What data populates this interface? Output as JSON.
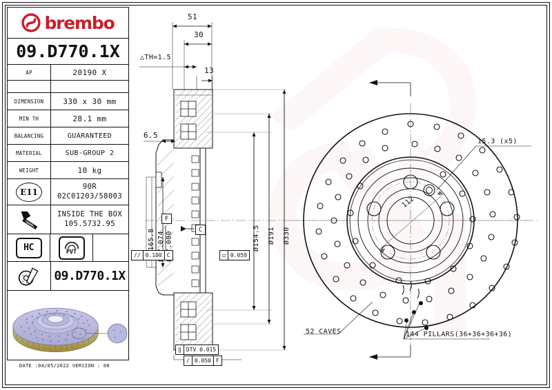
{
  "document": {
    "title_code": "09.D770.1X",
    "brand": "brembo",
    "footer": "DATE :04/05/2022 VERSION : 00"
  },
  "spec_panel": {
    "code": "09.D770.1X",
    "ap": {
      "label": "AP",
      "value": "20190 X"
    },
    "rows": [
      {
        "label": "DIMENSION",
        "value": "330 x 30 mm"
      },
      {
        "label": "MIN TH",
        "value": "28.1 mm"
      },
      {
        "label": "BALANCING",
        "value": "GUARANTEED"
      },
      {
        "label": "MATERIAL",
        "value": "SUB-GROUP 2"
      },
      {
        "label": "WEIGHT",
        "value": "10 kg"
      }
    ],
    "homologation": {
      "badge": "E11",
      "line1": "90R",
      "line2": "02C01203/58003"
    },
    "inside_box": {
      "icon": "screw-icon",
      "line1": "INSIDE THE BOX",
      "line2": "105.5732.95"
    },
    "marks": {
      "hc": "HC",
      "pvt": "PVT"
    },
    "tyre_row": {
      "icon": "disc-brake-icon",
      "value": "09.D770.1X"
    }
  },
  "drawing": {
    "section_dims": {
      "overall_width": "51",
      "hat_width": "30",
      "th_delta": "△TH=1.5",
      "offset_13": "13",
      "offset_65": "6.5"
    },
    "vertical_dims": {
      "d165_8": "Ø165.8",
      "d67_074": "Ø67.074",
      "d67_000": "Ø67.000",
      "d154_5": "Ø154.5",
      "d191": "Ø191",
      "d330": "Ø330"
    },
    "datums": {
      "f": "F",
      "c": "C"
    },
    "tolerances": {
      "parallel": {
        "symbol": "//",
        "value": "0.100",
        "datum": "C"
      },
      "flat": {
        "symbol": "◻",
        "value": "0.050",
        "datum": ""
      },
      "dtv": {
        "symbol": "‖",
        "value": "DTV 0.015",
        "datum": ""
      },
      "runout": {
        "symbol": "/",
        "value": "0.050",
        "datum": "F"
      }
    },
    "face_view": {
      "hole_callout": "15.3 (x5)",
      "pcd": "112",
      "caves": "52 CAVES",
      "pillars": "144 PILLARS(36+36+36+36)"
    }
  },
  "colors": {
    "brand_red": "#c8202c",
    "watermark": "#f2c9c9",
    "disc_body": "#b3b3dd",
    "disc_edge": "#b5a14f",
    "line": "#111111"
  }
}
